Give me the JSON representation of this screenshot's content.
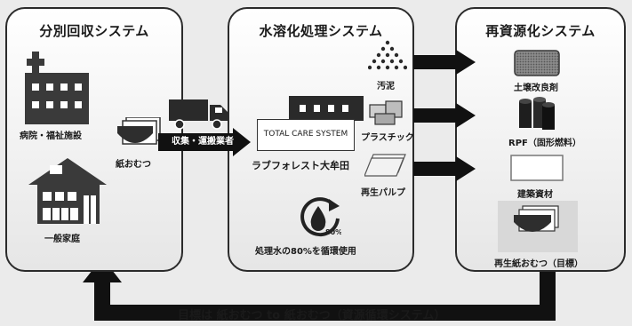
{
  "panels": {
    "collection": {
      "title": "分別回収システム"
    },
    "processing": {
      "title": "水溶化処理システム"
    },
    "recycling": {
      "title": "再資源化システム"
    }
  },
  "collection": {
    "hospital_label": "病院・福祉施設",
    "home_label": "一般家庭",
    "diaper_label": "紙おむつ"
  },
  "transport": {
    "label": "収集・運搬業者"
  },
  "processing": {
    "system_box_text": "TOTAL CARE SYSTEM",
    "facility_label": "ラブフォレスト大牟田",
    "water_badge": "80%",
    "water_reuse_label": "処理水の80%を循環使用",
    "outputs": {
      "sludge": "汚泥",
      "plastic": "プラスチック",
      "pulp": "再生パルプ"
    }
  },
  "recycling": {
    "soil": "土壌改良剤",
    "rpf": "RPF（固形燃料）",
    "building": "建築資材",
    "diaper_goal": "再生紙おむつ（目標）"
  },
  "footer": {
    "goal_text": "目標は 紙おむつ to 紙おむつ（資源循環システム）"
  },
  "colors": {
    "arrow": "#111111",
    "panel_border": "#2b2b2b",
    "background": "#ebebeb"
  }
}
